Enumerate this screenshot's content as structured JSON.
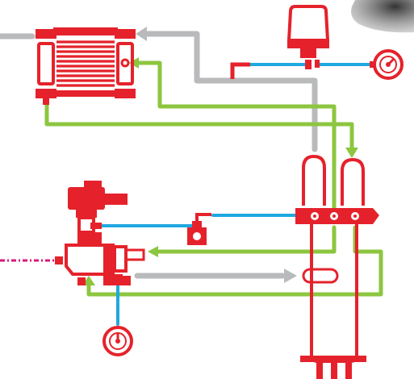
{
  "colors": {
    "component_red": "#e5222b",
    "line_green": "#8cc63f",
    "line_gray": "#b9babb",
    "line_blue": "#1fa8e0",
    "line_magenta": "#d6197a",
    "corner_shadow": "#4a4a4a"
  },
  "components": [
    {
      "name": "radiator-cooler",
      "icon": "heat-exchanger-icon"
    },
    {
      "name": "expansion-tank",
      "icon": "tank-icon"
    },
    {
      "name": "pressure-gauge-top",
      "icon": "gauge-icon"
    },
    {
      "name": "pressure-gauge-bottom",
      "icon": "gauge-icon"
    },
    {
      "name": "solenoid-valve",
      "icon": "valve-icon"
    },
    {
      "name": "pump-assembly",
      "icon": "pump-icon"
    },
    {
      "name": "pressure-switch",
      "icon": "switch-icon"
    },
    {
      "name": "column-vessel",
      "icon": "vessel-icon"
    },
    {
      "name": "manifold",
      "icon": "manifold-icon"
    }
  ],
  "lines": [
    {
      "name": "green-coolant-line"
    },
    {
      "name": "gray-return-line"
    },
    {
      "name": "blue-signal-line"
    },
    {
      "name": "magenta-dashed-feed-line"
    }
  ]
}
